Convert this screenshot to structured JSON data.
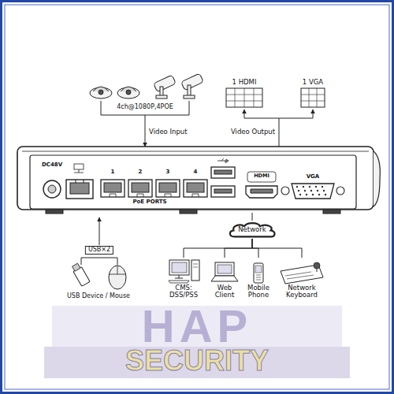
{
  "diagram": {
    "nodes": [
      {
        "text": [
          "Network"
        ]
      },
      {
        "text": [
          "CMS: DSS/PSS"
        ]
      },
      {
        "text": [
          "Web Client"
        ]
      },
      {
        "text": [
          "Mobile Phone"
        ]
      },
      {
        "text": [
          "Network Keyboard"
        ]
      }
    ],
    "edges": [
      {
        "from": 0,
        "to": 1,
        "arrow": "none"
      },
      {
        "from": 0,
        "to": 2,
        "arrow": "none"
      },
      {
        "from": 0,
        "to": 3,
        "arrow": "none"
      },
      {
        "from": 0,
        "to": 4,
        "arrow": "none"
      }
    ],
    "labels": [
      "4ch@1080P,4POE",
      "Video Input",
      "1 HDMI",
      "1 VGA",
      "Video Output",
      "DC48V",
      "1",
      "2",
      "3",
      "4",
      "PoE PORTS",
      "HDMI",
      "VGA",
      "USB×2",
      "USB Device / Mouse",
      "HAP",
      "SECURITY"
    ]
  }
}
